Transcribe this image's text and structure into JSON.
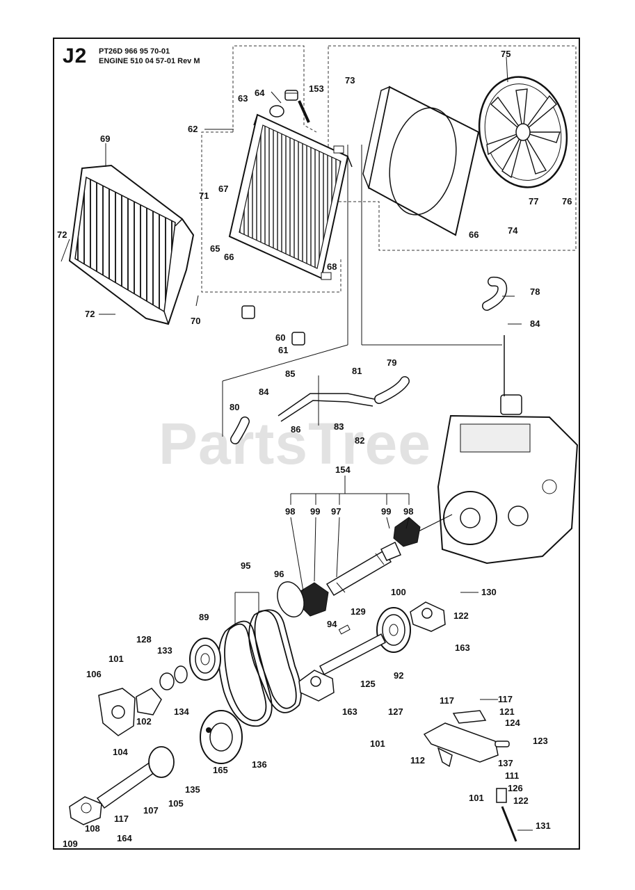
{
  "header": {
    "page_code": "J2",
    "model_line": "PT26D 966 95 70-01",
    "engine_line": "ENGINE 510 04 57-01 Rev M"
  },
  "watermark": "PartsTree",
  "callouts": [
    {
      "label": "75"
    },
    {
      "label": "64"
    },
    {
      "label": "153"
    },
    {
      "label": "73"
    },
    {
      "label": "63"
    },
    {
      "label": "62"
    },
    {
      "label": "69"
    },
    {
      "label": "71"
    },
    {
      "label": "67"
    },
    {
      "label": "72"
    },
    {
      "label": "65"
    },
    {
      "label": "66"
    },
    {
      "label": "68"
    },
    {
      "label": "77"
    },
    {
      "label": "76"
    },
    {
      "label": "66"
    },
    {
      "label": "74"
    },
    {
      "label": "72"
    },
    {
      "label": "70"
    },
    {
      "label": "78"
    },
    {
      "label": "84"
    },
    {
      "label": "60"
    },
    {
      "label": "61"
    },
    {
      "label": "85"
    },
    {
      "label": "81"
    },
    {
      "label": "79"
    },
    {
      "label": "84"
    },
    {
      "label": "80"
    },
    {
      "label": "86"
    },
    {
      "label": "83"
    },
    {
      "label": "82"
    },
    {
      "label": "154"
    },
    {
      "label": "98"
    },
    {
      "label": "99"
    },
    {
      "label": "97"
    },
    {
      "label": "99"
    },
    {
      "label": "98"
    },
    {
      "label": "95"
    },
    {
      "label": "96"
    },
    {
      "label": "100"
    },
    {
      "label": "130"
    },
    {
      "label": "129"
    },
    {
      "label": "122"
    },
    {
      "label": "89"
    },
    {
      "label": "94"
    },
    {
      "label": "163"
    },
    {
      "label": "128"
    },
    {
      "label": "133"
    },
    {
      "label": "101"
    },
    {
      "label": "106"
    },
    {
      "label": "92"
    },
    {
      "label": "125"
    },
    {
      "label": "134"
    },
    {
      "label": "102"
    },
    {
      "label": "163"
    },
    {
      "label": "117"
    },
    {
      "label": "117"
    },
    {
      "label": "127"
    },
    {
      "label": "121"
    },
    {
      "label": "124"
    },
    {
      "label": "104"
    },
    {
      "label": "136"
    },
    {
      "label": "101"
    },
    {
      "label": "123"
    },
    {
      "label": "165"
    },
    {
      "label": "112"
    },
    {
      "label": "137"
    },
    {
      "label": "135"
    },
    {
      "label": "111"
    },
    {
      "label": "105"
    },
    {
      "label": "126"
    },
    {
      "label": "101"
    },
    {
      "label": "107"
    },
    {
      "label": "122"
    },
    {
      "label": "117"
    },
    {
      "label": "108"
    },
    {
      "label": "164"
    },
    {
      "label": "131"
    },
    {
      "label": "109"
    }
  ]
}
